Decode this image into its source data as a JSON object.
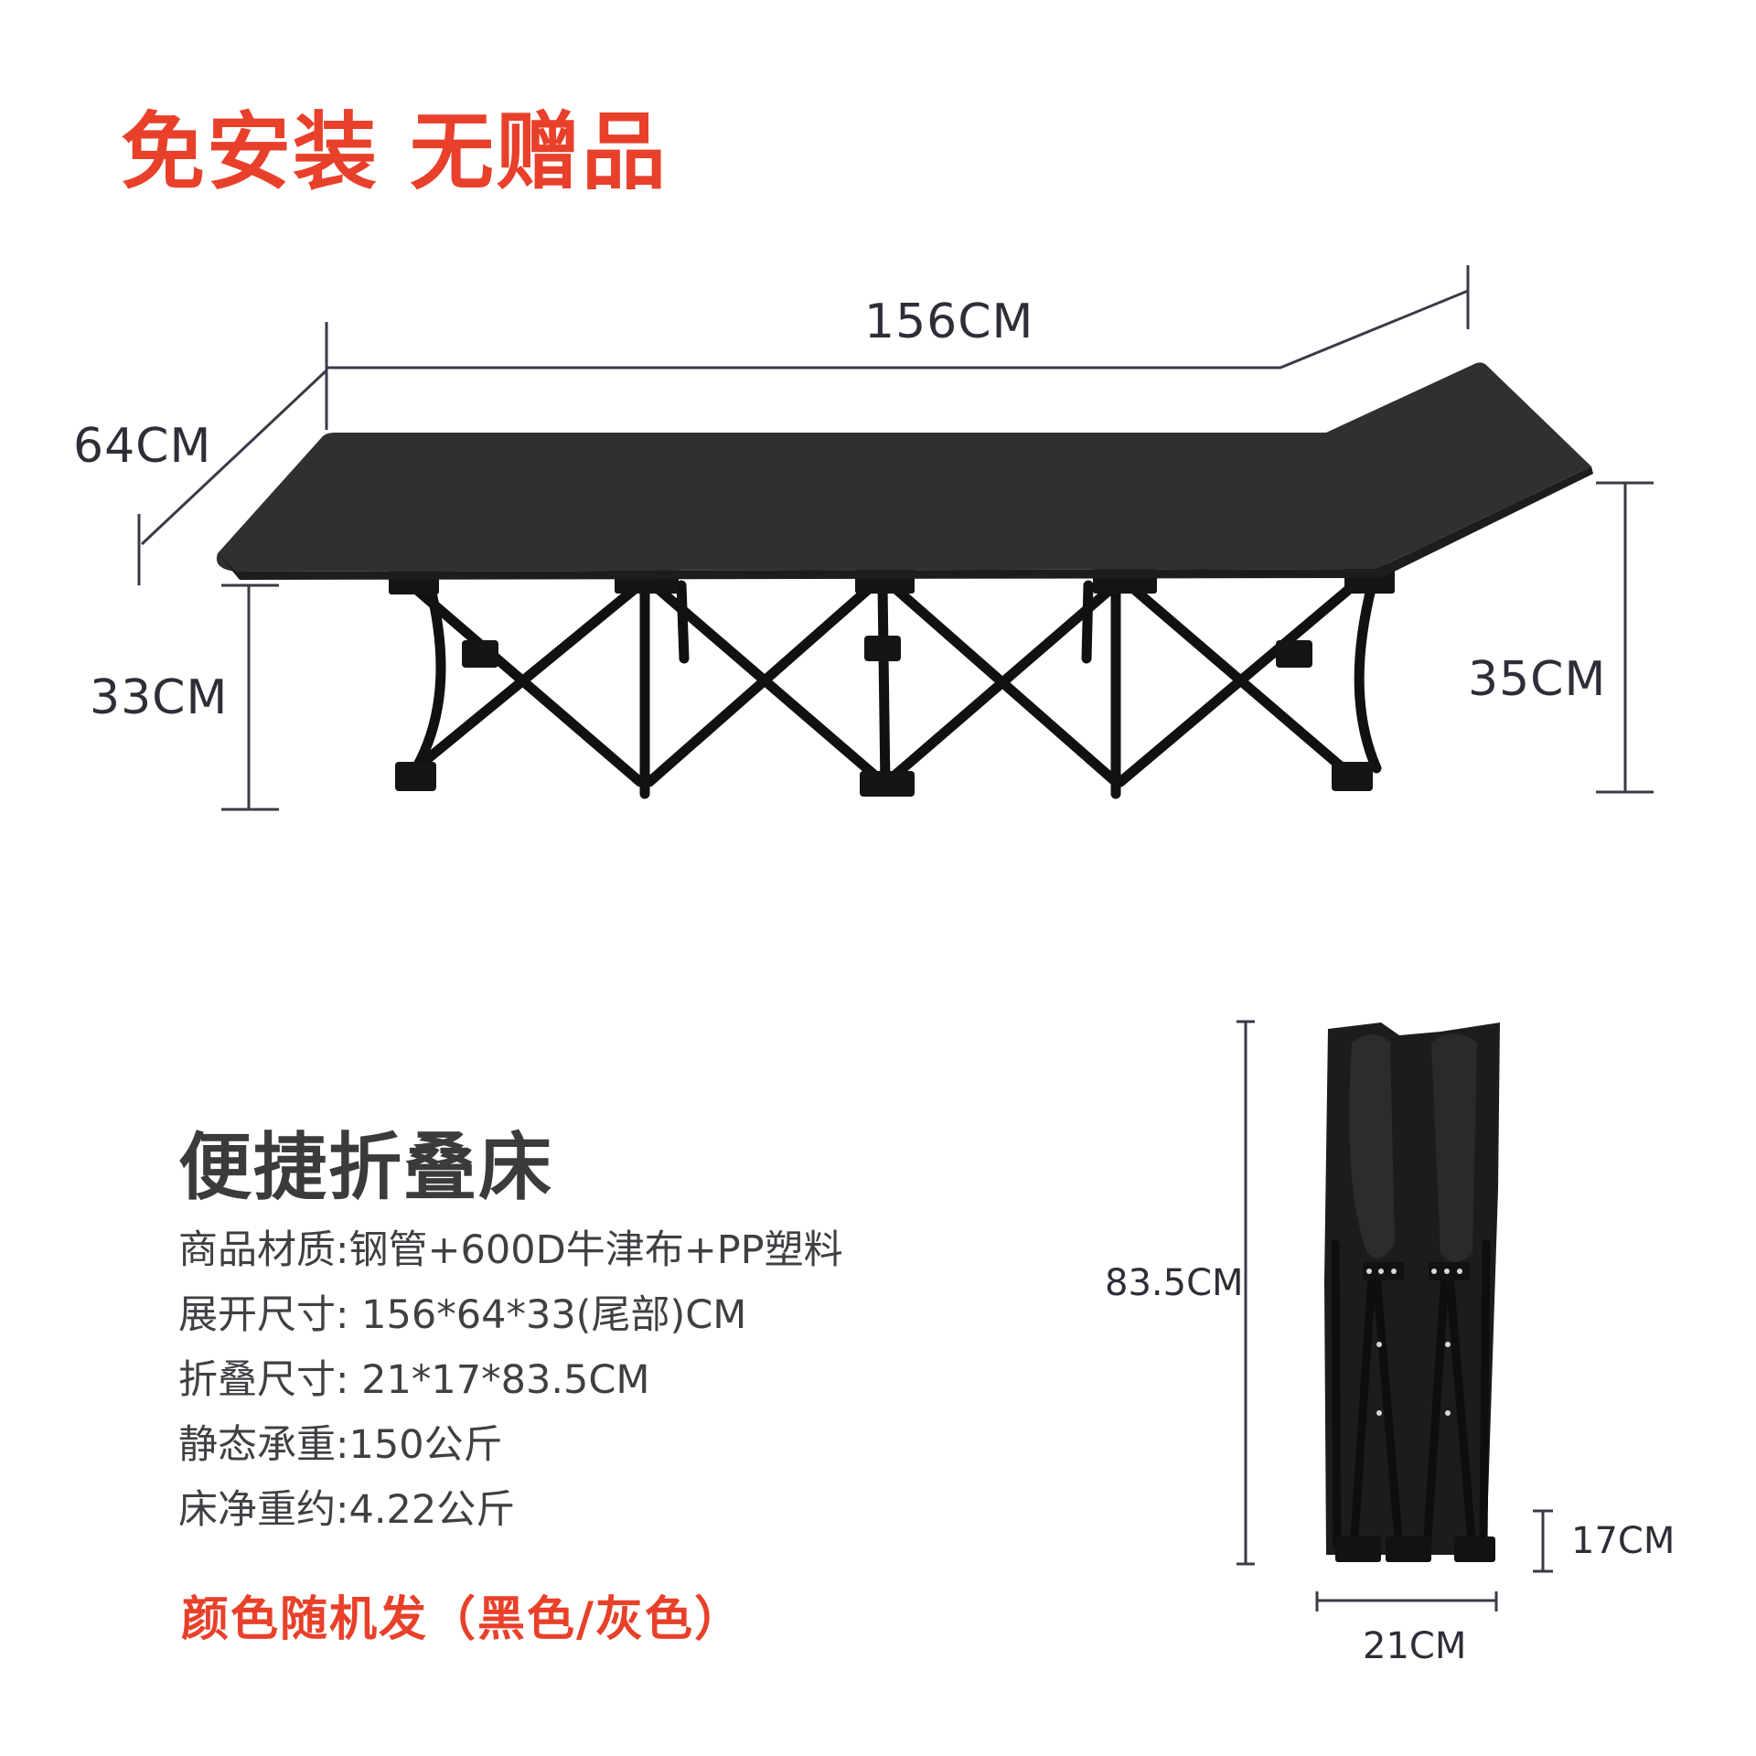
{
  "header": {
    "headline": "免安装 无赠品",
    "headline_color": "#e8402a"
  },
  "unfolded_view": {
    "image": "black-folding-cot-unfolded",
    "dimensions": {
      "length": "156CM",
      "width": "64CM",
      "foot_height": "33CM",
      "head_height": "35CM"
    }
  },
  "product": {
    "name": "便捷折叠床",
    "specs": [
      {
        "label": "商品材质:",
        "value": "钢管+600D牛津布+PP塑料"
      },
      {
        "label": "展开尺寸:",
        "value": " 156*64*33(尾部)CM"
      },
      {
        "label": "折叠尺寸:",
        "value": " 21*17*83.5CM"
      },
      {
        "label": "静态承重:",
        "value": "150公斤"
      },
      {
        "label": "床净重约:",
        "value": "4.22公斤"
      }
    ],
    "color_note": "颜色随机发（黑色/灰色）",
    "color_note_color": "#e8402a"
  },
  "folded_view": {
    "image": "black-folding-cot-folded",
    "dimensions": {
      "height": "83.5CM",
      "depth": "17CM",
      "width": "21CM"
    }
  }
}
